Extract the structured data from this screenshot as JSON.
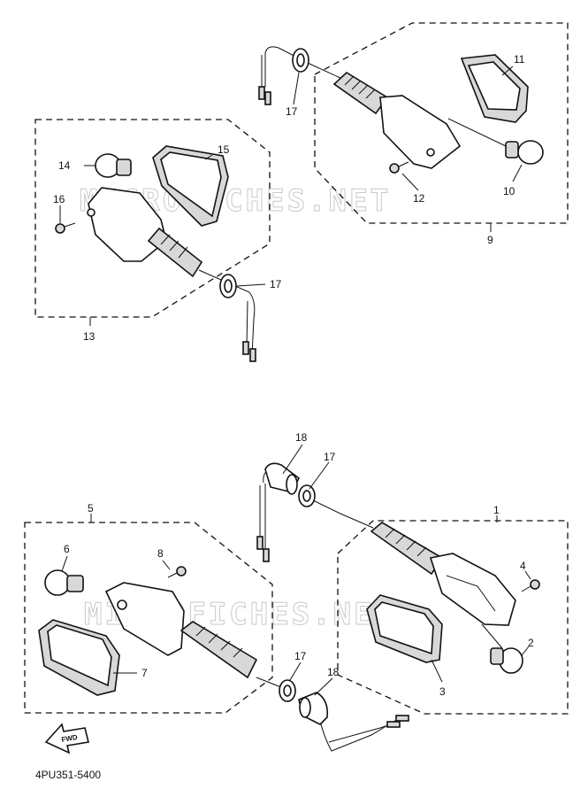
{
  "diagram_code": "4PU351-5400",
  "watermark": "MICROFICHES.NET",
  "fwd_label": "FWD",
  "callouts": {
    "c1": "1",
    "c2": "2",
    "c3": "3",
    "c4": "4",
    "c5": "5",
    "c6": "6",
    "c7": "7",
    "c8": "8",
    "c9": "9",
    "c10": "10",
    "c11": "11",
    "c12": "12",
    "c13": "13",
    "c14": "14",
    "c15": "15",
    "c16": "16",
    "c17a": "17",
    "c17b": "17",
    "c17c": "17",
    "c17d": "17",
    "c18a": "18",
    "c18b": "18"
  }
}
